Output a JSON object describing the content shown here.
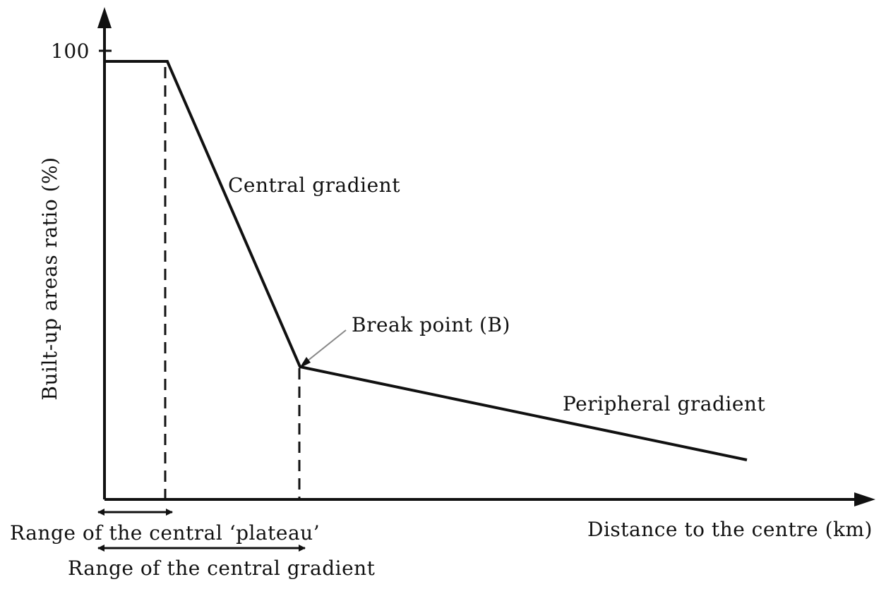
{
  "diagram": {
    "y_axis_label": "Built-up areas ratio (%)",
    "y_tick_label": "100",
    "x_axis_label": "Distance to the centre (km)",
    "annotations": {
      "central_gradient": "Central gradient",
      "break_point": "Break point (B)",
      "peripheral_gradient": "Peripheral gradient",
      "plateau_range": "Range of the central ‘plateau’",
      "gradient_range": "Range of the central gradient"
    },
    "line_color": "#111111",
    "pointer_color": "#888888"
  }
}
